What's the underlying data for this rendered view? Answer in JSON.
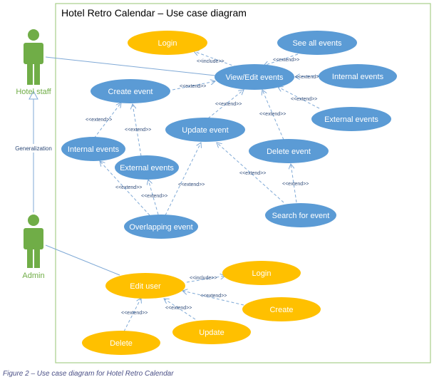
{
  "diagram": {
    "title": "Hotel Retro Calendar – Use case diagram",
    "caption": "Figure 2 – Use case diagram for Hotel Retro Calendar",
    "colors": {
      "boundary": "#a8cf8a",
      "actor": "#70ad47",
      "blue_case": "#5b9bd5",
      "orange_case": "#ffc000",
      "line": "#7fa9d6",
      "label": "#2e4a78"
    },
    "actors": {
      "hotel_staff": "Hotel staff",
      "admin": "Admin"
    },
    "generalization_label": "Generalization",
    "use_cases": {
      "login_top": "Login",
      "see_all_events": "See all events",
      "view_edit_events": "View/Edit events",
      "internal_events_right": "Internal events",
      "create_event": "Create event",
      "external_events_right": "External events",
      "update_event": "Update event",
      "delete_event": "Delete event",
      "internal_events_left": "Internal events",
      "external_events_left": "External events",
      "search_for_event": "Search for event",
      "overlapping_event": "Overlapping event",
      "edit_user": "Edit user",
      "login_bottom": "Login",
      "create": "Create",
      "delete": "Delete",
      "update": "Update"
    },
    "relation_labels": {
      "include": "<<include>>",
      "extend": "<<extend>>"
    }
  }
}
